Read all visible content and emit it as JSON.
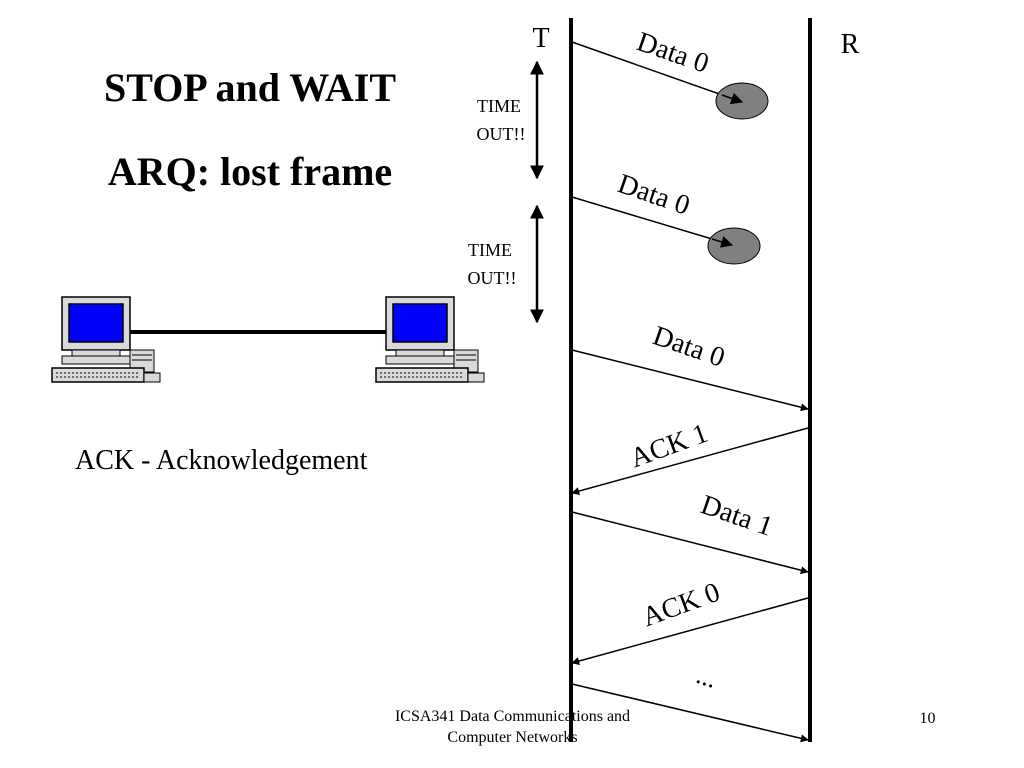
{
  "slide": {
    "title_line1": "STOP and WAIT",
    "title_line2": "ARQ: lost frame",
    "ack_definition": "ACK - Acknowledgement",
    "footer_line1": "ICSA341 Data Communications and",
    "footer_line2": "Computer Networks",
    "page_number": "10"
  },
  "diagram": {
    "transmitter_label": "T",
    "receiver_label": "R",
    "messages": [
      {
        "label": "Data 0",
        "direction": "to-receiver",
        "status": "lost"
      },
      {
        "label": "Data 0",
        "direction": "to-receiver",
        "status": "lost"
      },
      {
        "label": "Data 0",
        "direction": "to-receiver",
        "status": "delivered"
      },
      {
        "label": "ACK 1",
        "direction": "to-transmitter",
        "status": "delivered"
      },
      {
        "label": "Data 1",
        "direction": "to-receiver",
        "status": "delivered"
      },
      {
        "label": "ACK 0",
        "direction": "to-transmitter",
        "status": "delivered"
      },
      {
        "label": "...",
        "direction": "to-receiver",
        "status": "delivered"
      }
    ],
    "timeouts": [
      {
        "line1": "TIME",
        "line2": "OUT!!"
      },
      {
        "line1": "TIME",
        "line2": "OUT!!"
      }
    ],
    "colors": {
      "lost_marker": "#808080",
      "screen": "#0000ff",
      "computer_body": "#d9d9d9"
    }
  }
}
